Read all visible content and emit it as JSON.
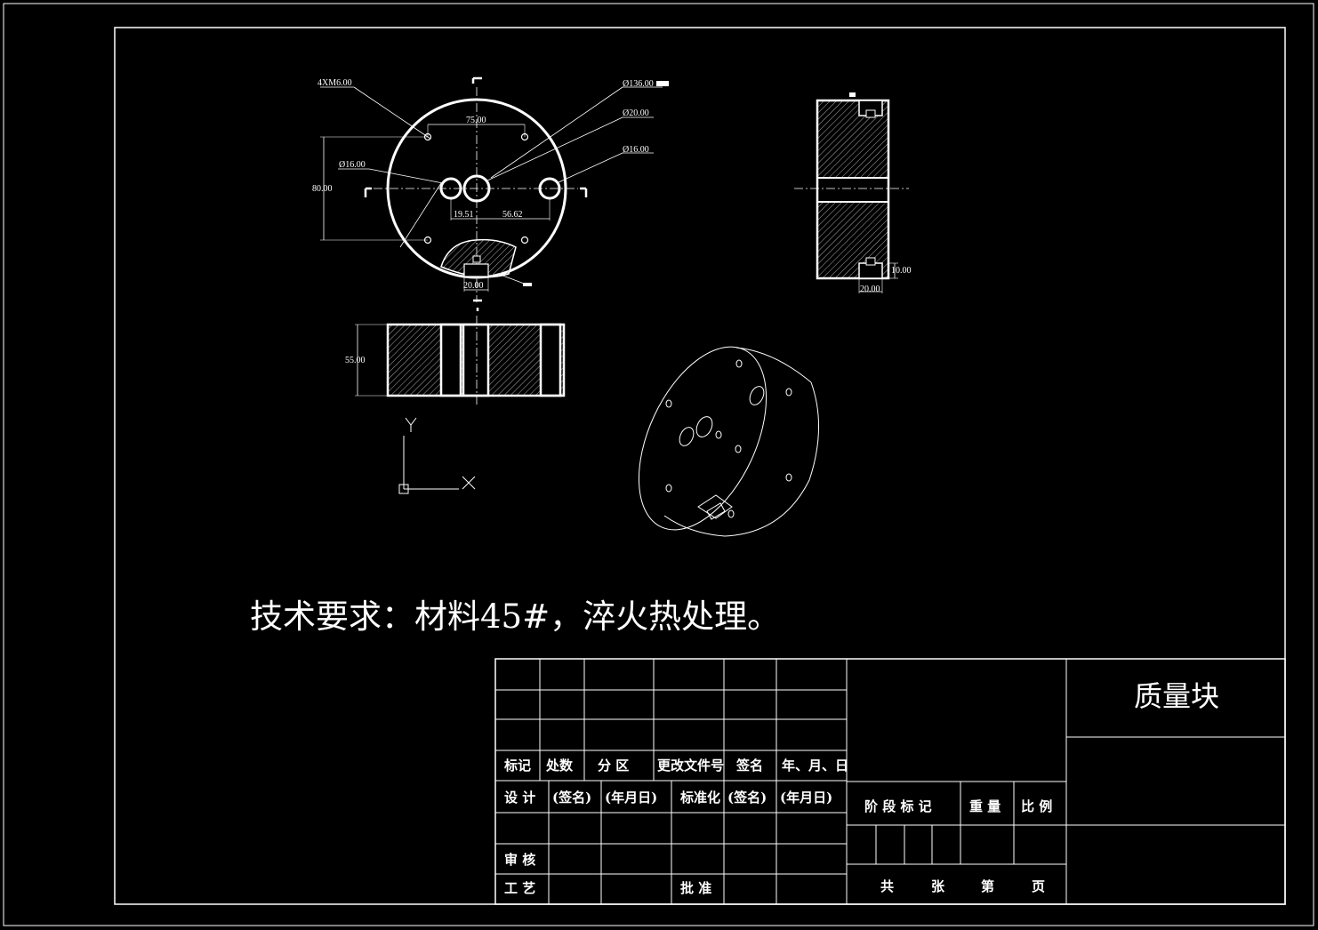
{
  "drawing": {
    "title": "质量块",
    "tech_requirement": "技术要求：材料45#，淬火热处理。"
  },
  "dimensions": {
    "thread_holes": "4XM6.00",
    "outer_dia": "Ø136.00",
    "center_dia": "Ø20.00",
    "right_hole_dia": "Ø16.00",
    "left_hole_dia": "Ø16.00",
    "hole_spacing_x": "75.00",
    "hole_spacing_y": "80.00",
    "offset_left": "19.51",
    "offset_right": "56.62",
    "slot_width_front": "20.00",
    "slot_width_side": "20.00",
    "slot_depth": "10.00",
    "thickness": "55.00"
  },
  "axes": {
    "y": "Y",
    "x": "X"
  },
  "title_block": {
    "header": [
      "标记",
      "处数",
      "分 区",
      "更改文件号",
      "签名",
      "年、月、日"
    ],
    "design_row": [
      "设 计",
      "(签名)",
      "(年月日)",
      "标准化",
      "(签名)",
      "(年月日)"
    ],
    "review": "审 核",
    "process": "工 艺",
    "approve": "批 准",
    "stage_labels": [
      "阶 段 标 记",
      "重 量",
      "比 例"
    ],
    "sheet": [
      "共",
      "张",
      "第",
      "页"
    ]
  }
}
